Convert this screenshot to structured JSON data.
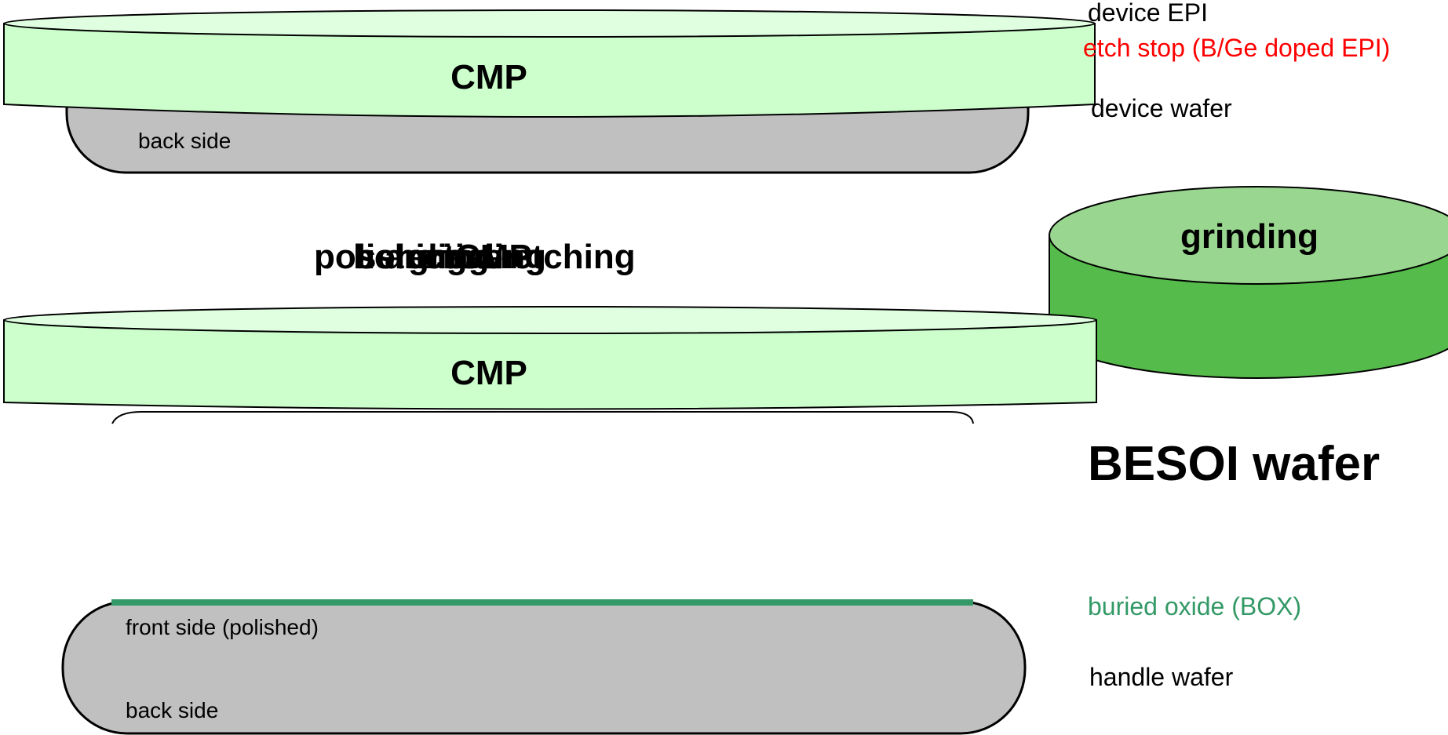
{
  "colors": {
    "wafer_gray": "#c0c0c0",
    "cmp_fill": "#ccffcc",
    "cmp_top": "#e0ffe0",
    "grinding_side": "#55bb4a",
    "grinding_top": "#99d68f",
    "box_green": "#339966",
    "etch_red": "#ff0000",
    "outline": "#000000"
  },
  "labels": {
    "device_epi": "device EPI",
    "etch_stop": "etch stop (B/Ge doped EPI)",
    "device_wafer": "device wafer",
    "back_side_top": "back side",
    "cmp_top": "CMP",
    "cmp_middle": "CMP",
    "grinding": "grinding",
    "besoi": "BESOI wafer",
    "buried_oxide": "buried oxide (BOX)",
    "handle_wafer": "handle wafer",
    "front_side": "front side (polished)",
    "back_side_bottom": "back side"
  },
  "overlapped_step_labels": [
    "polishing",
    "bonding",
    "annealing",
    "grinding",
    "CMP",
    "selective etching"
  ]
}
